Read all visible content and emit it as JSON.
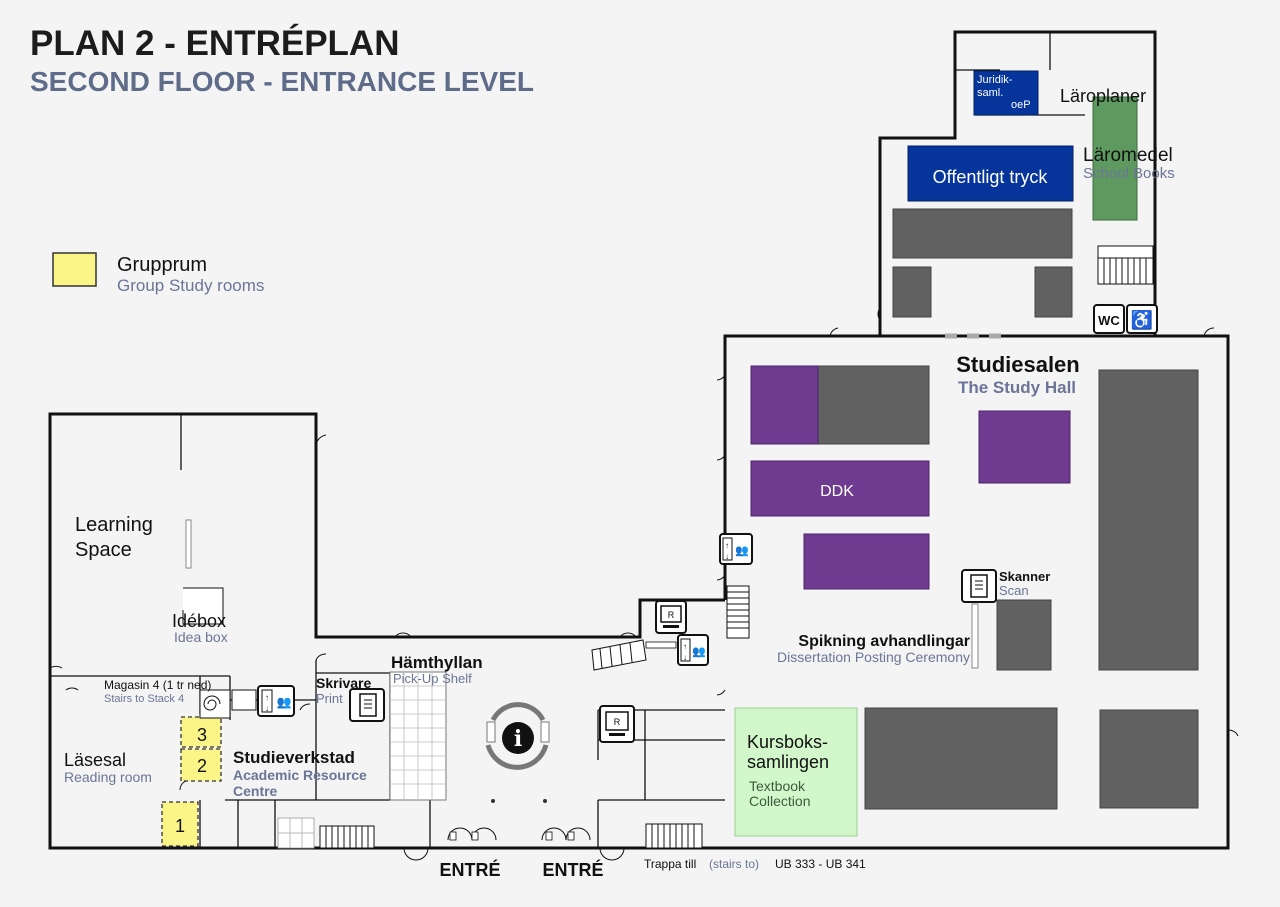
{
  "title": "PLAN 2 - ENTRÉPLAN",
  "subtitle": "SECOND FLOOR - ENTRANCE LEVEL",
  "legend": {
    "label_sv": "Grupprum",
    "label_en": "Group Study rooms",
    "color": "#fbf486"
  },
  "rooms": {
    "learning_space": {
      "l1": "Learning",
      "l2": "Space"
    },
    "idebox": {
      "sv": "Idébox",
      "en": "Idea box"
    },
    "magasin": {
      "sv": "Magasin 4 (1 tr ned)",
      "en": "Stairs to Stack 4"
    },
    "lasesal": {
      "sv": "Läsesal",
      "en": "Reading room"
    },
    "studieverkstad": {
      "sv": "Studieverkstad",
      "en1": "Academic Resource",
      "en2": "Centre"
    },
    "skrivare": {
      "sv": "Skrivare",
      "en": "Print"
    },
    "hamthyllan": {
      "sv": "Hämthyllan",
      "en": "Pick-Up Shelf"
    },
    "studiesalen": {
      "sv": "Studiesalen",
      "en": "The Study Hall"
    },
    "ddk": "DDK",
    "skanner": {
      "sv": "Skanner",
      "en": "Scan"
    },
    "spikning": {
      "sv": "Spikning avhandlingar",
      "en": "Dissertation Posting Ceremony"
    },
    "kursbok": {
      "sv1": "Kursboks-",
      "sv2": "samlingen",
      "en1": "Textbook",
      "en2": "Collection"
    },
    "juridik": {
      "l1": "Juridik-",
      "l2": "saml.",
      "l3": "oeP"
    },
    "laroplaner": "Läroplaner",
    "offentligt": "Offentligt tryck",
    "laromedel": {
      "sv": "Läromedel",
      "en": "School Books"
    },
    "wc": "WC"
  },
  "group_rooms": [
    "1",
    "2",
    "3"
  ],
  "entrances": [
    "ENTRÉ",
    "ENTRÉ"
  ],
  "stairs_note": {
    "sv": "Trappa till",
    "en": "(stairs to)",
    "range": "UB 333 - UB 341"
  },
  "colors": {
    "group_room": "#fbf486",
    "ddk_shelf": "#6f3b90",
    "blue_shelf": "#05359a",
    "school_books": "#5e9a60",
    "textbook": "#d2f7cb",
    "shelving": "#616161",
    "english_text": "#6b7596"
  },
  "icons": [
    "info-icon",
    "elevator-icon",
    "restroom-icon",
    "wheelchair-icon",
    "printer-icon",
    "scanner-icon",
    "computer-icon",
    "stairs-icon"
  ]
}
